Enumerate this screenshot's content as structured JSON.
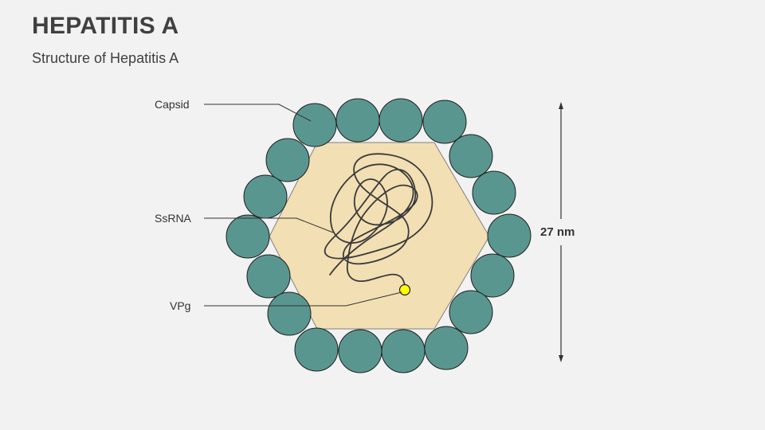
{
  "slide": {
    "title": "HEPATITIS A",
    "subtitle": "Structure of Hepatitis A"
  },
  "labels": {
    "capsid": "Capsid",
    "ssrna": "SsRNA",
    "vpg": "VPg"
  },
  "dimension": {
    "value": "27 nm"
  },
  "colors": {
    "capsomere_fill": "#5a9690",
    "capsomere_stroke": "#1f1f1f",
    "core_fill": "#f2dfb3",
    "rna_stroke": "#3a3a3a",
    "vpg_fill": "#ffff00",
    "background": "#f2f2f2"
  }
}
